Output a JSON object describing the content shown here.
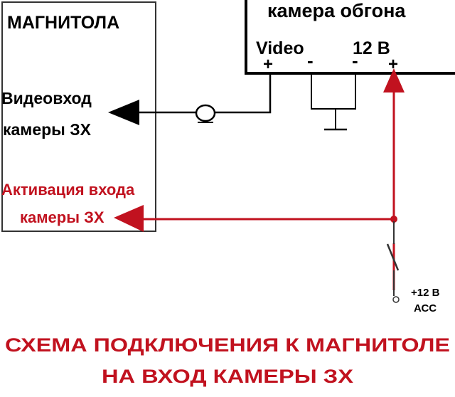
{
  "head_unit": {
    "title": "МАГНИТОЛА"
  },
  "camera": {
    "title": "камера обгона",
    "video_label": "Video",
    "power_label": "12 В"
  },
  "terminals": {
    "plus": "+",
    "minus": "-"
  },
  "video_input": {
    "line1": "Видеовход",
    "line2": "камеры ЗХ"
  },
  "activation": {
    "line1": "Активация входа",
    "line2": "камеры ЗХ"
  },
  "acc": {
    "line1": "+12 В",
    "line2": "АСС"
  },
  "footer": {
    "line1": "СХЕМА ПОДКЛЮЧЕНИЯ К МАГНИТОЛЕ",
    "line2": "НА ВХОД КАМЕРЫ ЗХ"
  },
  "colors": {
    "red": "#c1121f",
    "black": "#000000",
    "line": "#333333"
  }
}
